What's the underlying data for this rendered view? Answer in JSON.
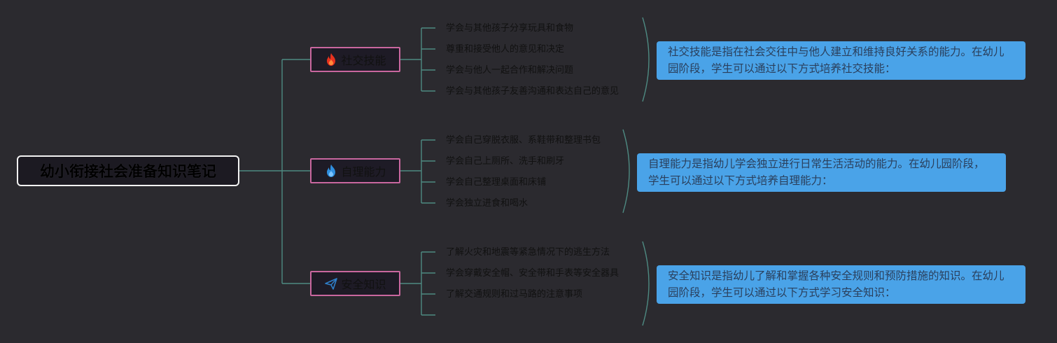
{
  "title": "幼小衔接社会准备知识笔记",
  "colors": {
    "background": "#2b2a2f",
    "connector": "#4e8a82",
    "branch_border": "#c9679f",
    "note_fill": "#4aa3e8",
    "fire_red": "#e8321e",
    "fire_blue": "#2f8fe0",
    "plane_blue": "#2f7fc9"
  },
  "branches": [
    {
      "label": "社交技能",
      "icon": "fire-red-icon",
      "leaves": [
        "学会与其他孩子分享玩具和食物",
        "尊重和接受他人的意见和决定",
        "学会与他人一起合作和解决问题",
        "学会与其他孩子友善沟通和表达自己的意见"
      ],
      "note_line1": "社交技能是指在社会交往中与他人建立和维持良好关系的能力。在幼儿",
      "note_line2": "园阶段，学生可以通过以下方式培养社交技能："
    },
    {
      "label": "自理能力",
      "icon": "fire-blue-icon",
      "leaves": [
        "学会自己穿脱衣服、系鞋带和整理书包",
        "学会自己上厕所、洗手和刷牙",
        "学会自己整理桌面和床铺",
        "学会独立进食和喝水"
      ],
      "note_line1": "自理能力是指幼儿学会独立进行日常生活活动的能力。在幼儿园阶段，",
      "note_line2": "学生可以通过以下方式培养自理能力："
    },
    {
      "label": "安全知识",
      "icon": "paper-plane-icon",
      "leaves": [
        "了解火灾和地震等紧急情况下的逃生方法",
        "学会穿戴安全帽、安全带和手表等安全器具",
        "了解交通规则和过马路的注意事项",
        ""
      ],
      "note_line1": "安全知识是指幼儿了解和掌握各种安全规则和预防措施的知识。在幼儿",
      "note_line2": "园阶段，学生可以通过以下方式学习安全知识："
    }
  ]
}
